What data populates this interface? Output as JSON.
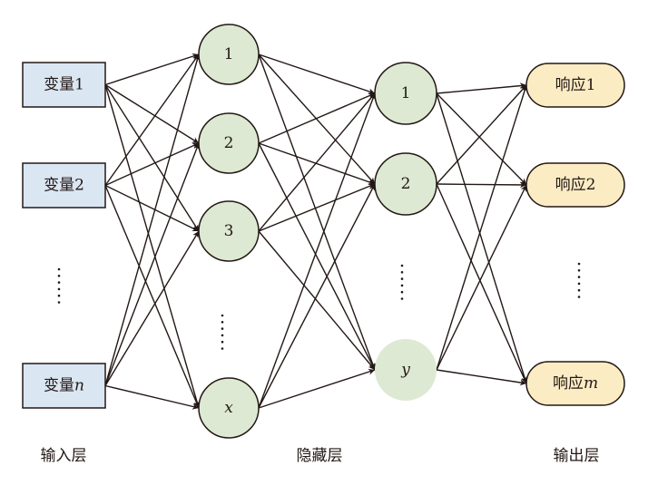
{
  "colors": {
    "input_fill": "#dbe6f3",
    "hidden_fill": "#dde9d2",
    "output_fill": "#fbecc4",
    "stroke": "#231815"
  },
  "input_layer": {
    "label": "输入层",
    "nodes": [
      {
        "prefix": "变量",
        "suffix": "1",
        "italic": false
      },
      {
        "prefix": "变量",
        "suffix": "2",
        "italic": false
      },
      {
        "prefix": "变量",
        "suffix": "n",
        "italic": true
      }
    ]
  },
  "hidden_layer": {
    "label": "隐藏层",
    "layer1": [
      {
        "text": "1",
        "italic": false
      },
      {
        "text": "2",
        "italic": false
      },
      {
        "text": "3",
        "italic": false
      },
      {
        "text": "x",
        "italic": true
      }
    ],
    "layer2": [
      {
        "text": "1",
        "italic": false,
        "border": true
      },
      {
        "text": "2",
        "italic": false,
        "border": true
      },
      {
        "text": "y",
        "italic": true,
        "border": false
      }
    ]
  },
  "output_layer": {
    "label": "输出层",
    "nodes": [
      {
        "prefix": "响应",
        "suffix": "1",
        "italic": false
      },
      {
        "prefix": "响应",
        "suffix": "2",
        "italic": false
      },
      {
        "prefix": "响应",
        "suffix": "m",
        "italic": true
      }
    ]
  },
  "ellipsis": "⋮"
}
